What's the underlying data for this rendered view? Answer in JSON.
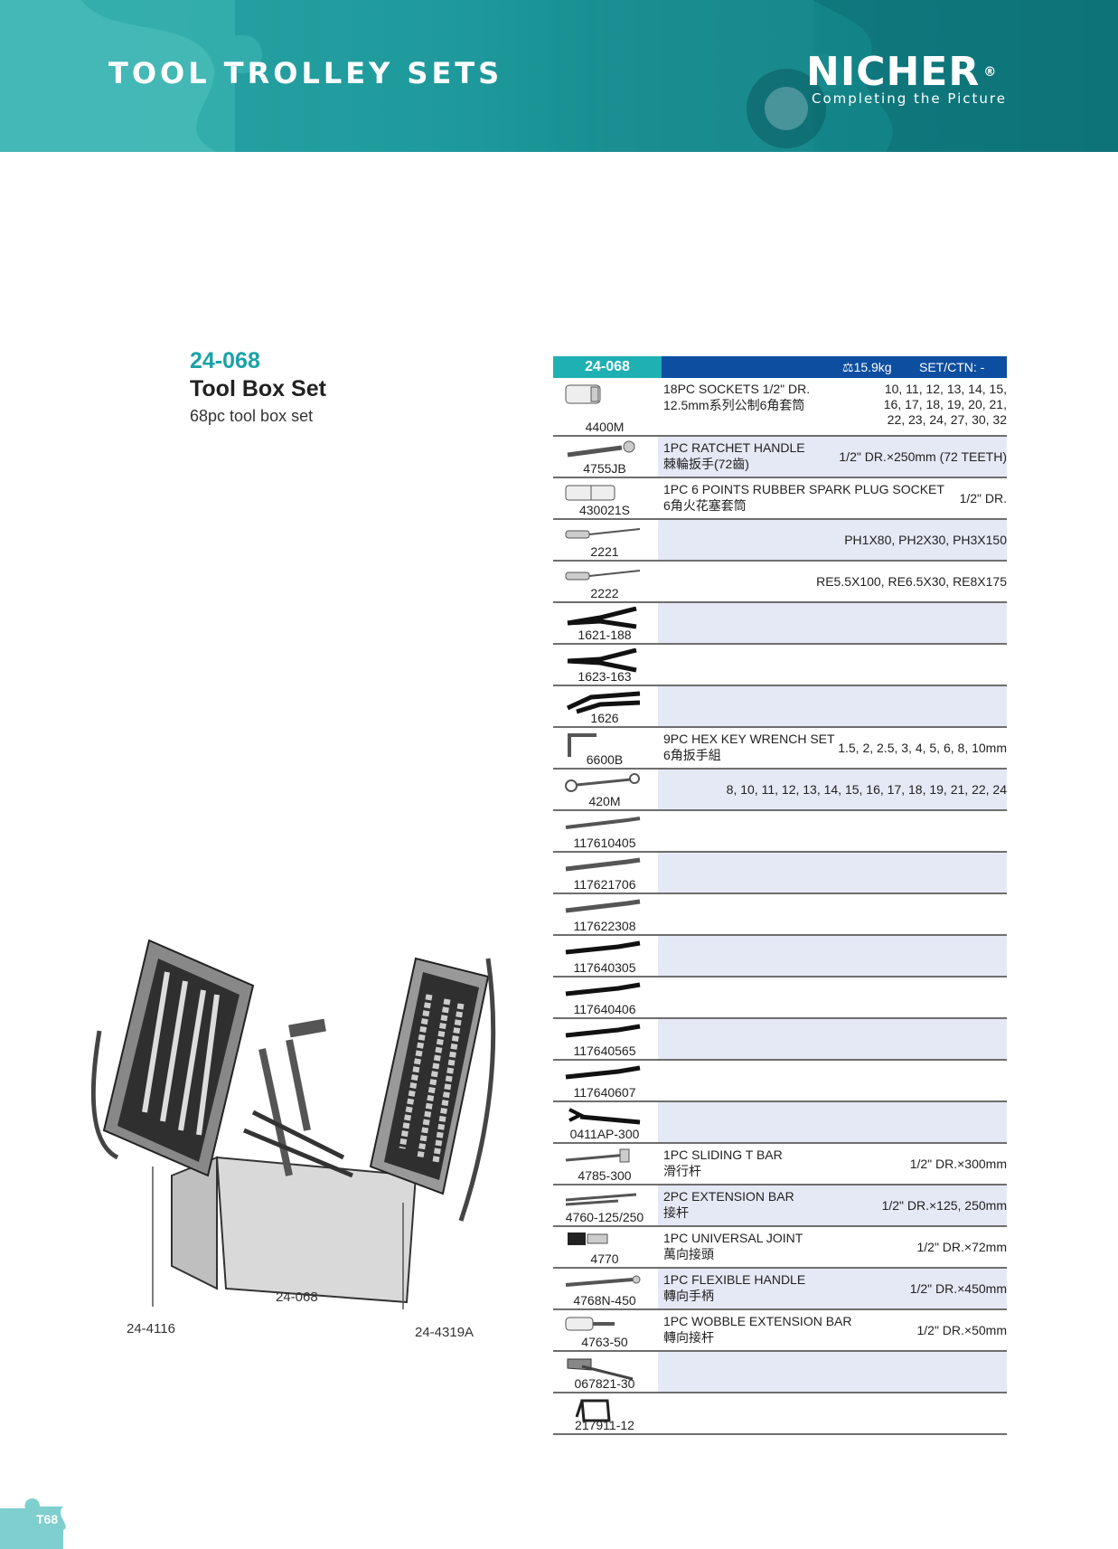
{
  "header": {
    "title": "TOOL TROLLEY SETS",
    "logo": "NICHER",
    "logo_mark": "®",
    "tagline": "Completing the Picture"
  },
  "product": {
    "code": "24-068",
    "name": "Tool Box Set",
    "description": "68pc tool box set"
  },
  "image_captions": {
    "left": "24-4116",
    "center": "24-068",
    "right": "24-4319A"
  },
  "table": {
    "code": "24-068",
    "weight": "15.9kg",
    "set_ctn": "SET/CTN: -",
    "rows": [
      {
        "code": "4400M",
        "desc1": "18PC SOCKETS 1/2\" DR.",
        "desc2": "12.5mm系列公制6角套筒",
        "size": "10, 11, 12, 13, 14, 15,",
        "size2": "16, 17, 18, 19, 20, 21,",
        "size3": "22, 23, 24, 27, 30, 32"
      },
      {
        "code": "4755JB",
        "desc1": "1PC RATCHET HANDLE",
        "desc2": "棘輪扳手(72齒)",
        "size": "1/2\" DR.×250mm (72 TEETH)"
      },
      {
        "code": "430021S",
        "desc1": "1PC 6 POINTS RUBBER SPARK PLUG SOCKET",
        "desc2": "6角火花塞套筒",
        "size": "1/2\" DR."
      },
      {
        "code": "2221",
        "desc1": "",
        "desc2": "",
        "size": "PH1X80, PH2X30, PH3X150"
      },
      {
        "code": "2222",
        "desc1": "",
        "desc2": "",
        "size": "RE5.5X100, RE6.5X30, RE8X175"
      },
      {
        "code": "1621-188",
        "desc1": "",
        "desc2": "",
        "size": ""
      },
      {
        "code": "1623-163",
        "desc1": "",
        "desc2": "",
        "size": ""
      },
      {
        "code": "1626",
        "desc1": "",
        "desc2": "",
        "size": ""
      },
      {
        "code": "6600B",
        "desc1": "9PC HEX KEY WRENCH SET",
        "desc2": "6角扳手組",
        "size": "1.5, 2, 2.5, 3, 4, 5, 6, 8, 10mm"
      },
      {
        "code": "420M",
        "desc1": "",
        "desc2": "",
        "size": "8, 10, 11, 12, 13, 14, 15, 16, 17, 18, 19, 21, 22, 24"
      },
      {
        "code": "117610405",
        "desc1": "",
        "desc2": "",
        "size": ""
      },
      {
        "code": "117621706",
        "desc1": "",
        "desc2": "",
        "size": ""
      },
      {
        "code": "117622308",
        "desc1": "",
        "desc2": "",
        "size": ""
      },
      {
        "code": "117640305",
        "desc1": "",
        "desc2": "",
        "size": ""
      },
      {
        "code": "117640406",
        "desc1": "",
        "desc2": "",
        "size": ""
      },
      {
        "code": "117640565",
        "desc1": "",
        "desc2": "",
        "size": ""
      },
      {
        "code": "117640607",
        "desc1": "",
        "desc2": "",
        "size": ""
      },
      {
        "code": "0411AP-300",
        "desc1": "",
        "desc2": "",
        "size": ""
      },
      {
        "code": "4785-300",
        "desc1": "1PC SLIDING T BAR",
        "desc2": "滑行杆",
        "size": "1/2\" DR.×300mm"
      },
      {
        "code": "4760-125/250",
        "desc1": "2PC EXTENSION BAR",
        "desc2": "接杆",
        "size": "1/2\" DR.×125, 250mm"
      },
      {
        "code": "4770",
        "desc1": "1PC UNIVERSAL JOINT",
        "desc2": "萬向接頭",
        "size": "1/2\" DR.×72mm"
      },
      {
        "code": "4768N-450",
        "desc1": "1PC FLEXIBLE HANDLE",
        "desc2": "轉向手柄",
        "size": "1/2\" DR.×450mm"
      },
      {
        "code": "4763-50",
        "desc1": "1PC WOBBLE EXTENSION BAR",
        "desc2": "轉向接杆",
        "size": "1/2\" DR.×50mm"
      },
      {
        "code": "067821-30",
        "desc1": "",
        "desc2": "",
        "size": ""
      },
      {
        "code": "217911-12",
        "desc1": "",
        "desc2": "",
        "size": ""
      }
    ]
  },
  "footer": {
    "page": "T68"
  },
  "colors": {
    "teal": "#1fb0b4",
    "navy": "#0e4ea1",
    "row_shade": "#e5e8f5"
  }
}
